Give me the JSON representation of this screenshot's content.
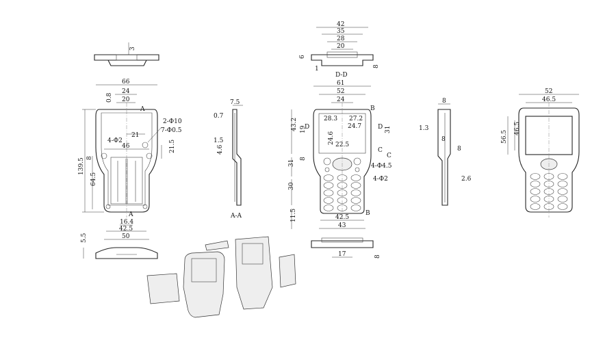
{
  "top_view": {
    "dims": [
      "3"
    ]
  },
  "front_left": {
    "dims": [
      "66",
      "24",
      "20",
      "0.8",
      "A",
      "2-Φ10",
      "7-Φ0.5",
      "21",
      "4-Φ2",
      "46",
      "21.5",
      "139.5",
      "8",
      "64.5",
      "A",
      "16.4",
      "42.5",
      "50"
    ]
  },
  "bottom_left": {
    "dims": [
      "5.5"
    ]
  },
  "section_aa": {
    "dims": [
      "7.5",
      "0.7",
      "1.5",
      "4.6"
    ],
    "label": "A-A"
  },
  "section_dd": {
    "dims": [
      "42",
      "35",
      "28",
      "20",
      "6",
      "1",
      "8"
    ],
    "label": "D-D"
  },
  "front_center": {
    "dims": [
      "61",
      "52",
      "24",
      "B",
      "28.3",
      "27.2",
      "24.7",
      "D",
      "D",
      "43.2",
      "19",
      "31",
      "24.6",
      "22.5",
      "C",
      "8",
      "31",
      "4-Φ4.5",
      "4-Φ2",
      "30",
      "42.5",
      "11.5",
      "43",
      "B",
      "C"
    ]
  },
  "bottom_center": {
    "dims": [
      "17",
      "8"
    ]
  },
  "side_view": {
    "dims": [
      "8",
      "1.3",
      "8",
      "8",
      "2.6"
    ]
  },
  "front_right": {
    "dims": [
      "52",
      "46.5",
      "56.5",
      "46.5"
    ]
  },
  "colors": {
    "line": "#222222",
    "background": "#ffffff"
  }
}
